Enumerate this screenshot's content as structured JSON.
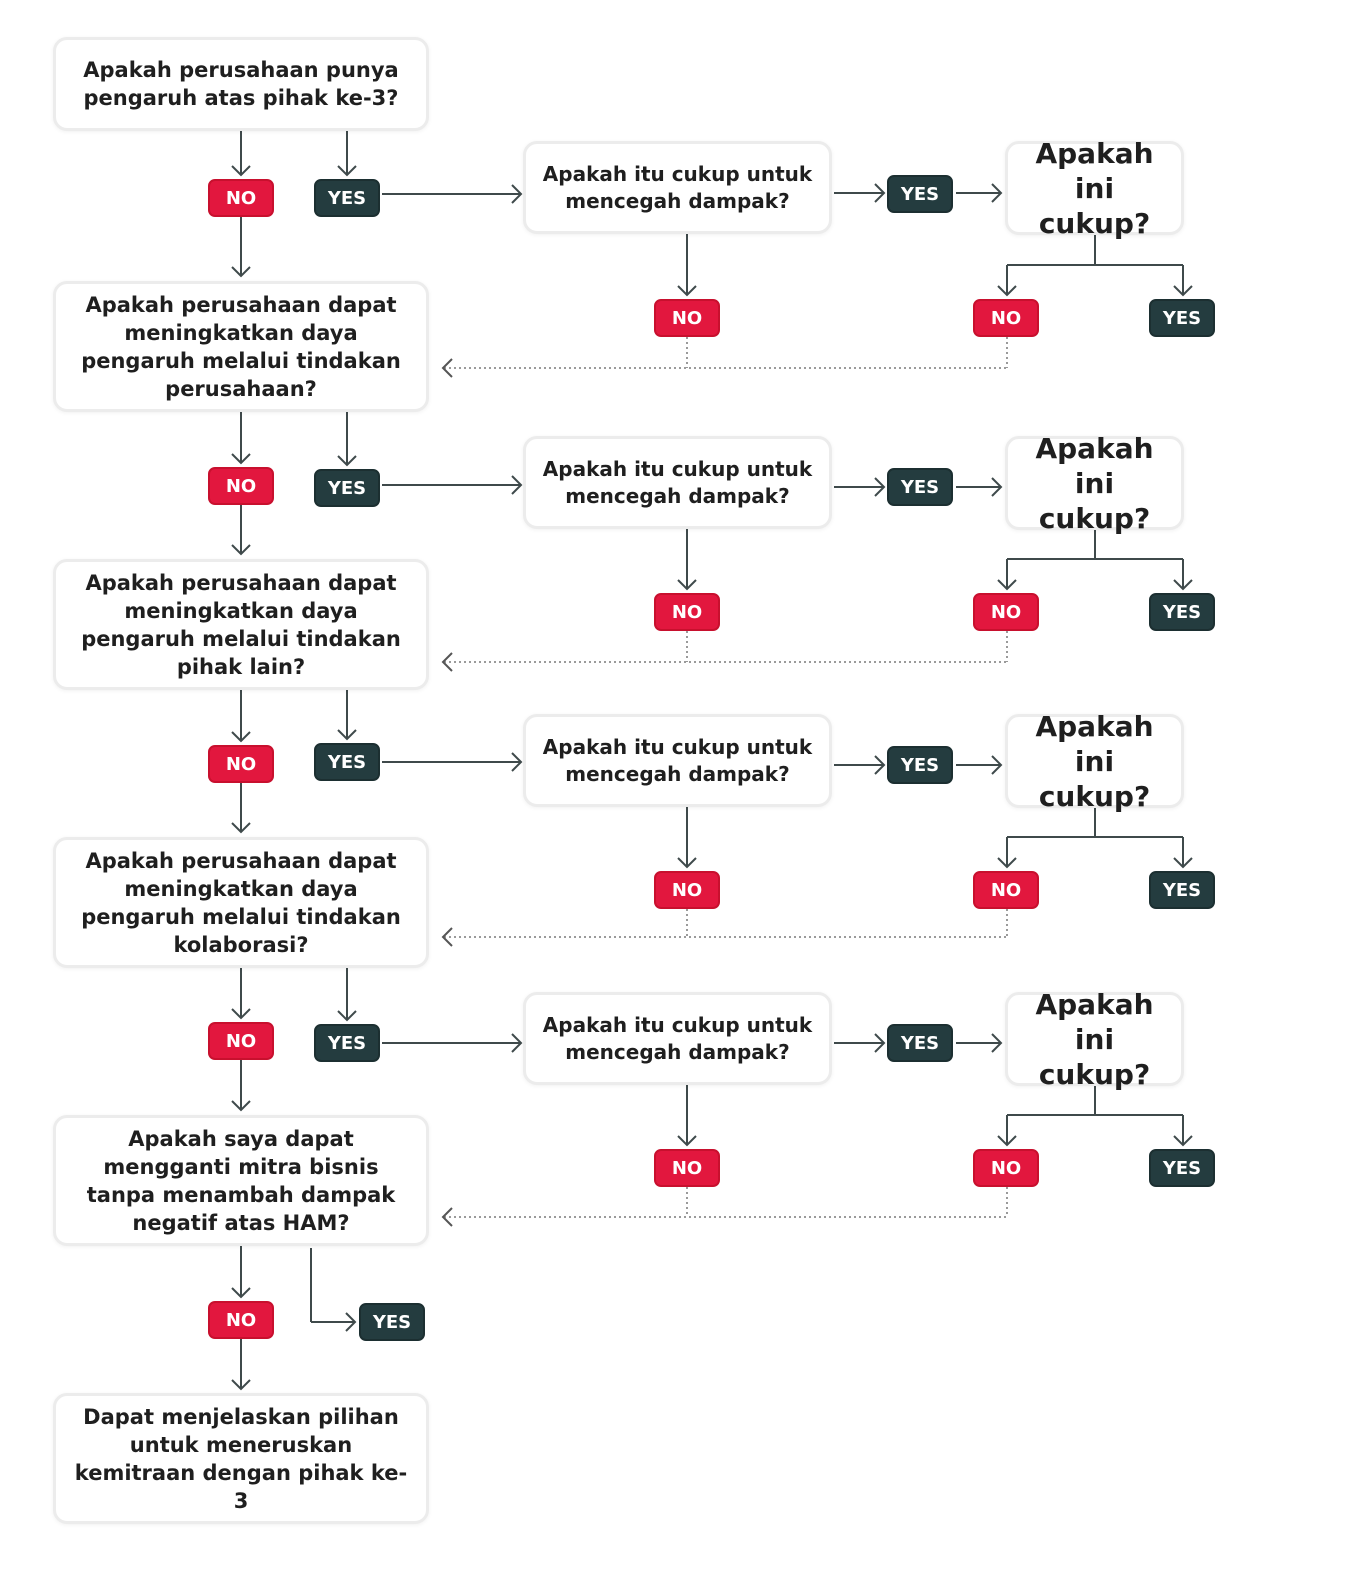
{
  "colors": {
    "no": "#e2173e",
    "yes": "#243c3f",
    "line": "#3f4a4b",
    "dotted": "#9a9a9a",
    "box_border": "#ececec"
  },
  "badges": {
    "no": "NO",
    "yes": "YES"
  },
  "steps": [
    {
      "question": "Apakah perusahaan punya pengaruh atas pihak ke-3?",
      "check": "Apakah itu cukup untuk mencegah dampak?",
      "enough": "Apakah ini cukup?"
    },
    {
      "question": "Apakah perusahaan dapat meningkatkan daya pengaruh melalui tindakan perusahaan?",
      "check": "Apakah itu cukup untuk mencegah dampak?",
      "enough": "Apakah ini cukup?"
    },
    {
      "question": "Apakah perusahaan dapat meningkatkan daya pengaruh melalui tindakan pihak lain?",
      "check": "Apakah itu cukup untuk mencegah dampak?",
      "enough": "Apakah ini cukup?"
    },
    {
      "question": "Apakah perusahaan dapat meningkatkan daya pengaruh melalui tindakan kolaborasi?",
      "check": "Apakah itu cukup untuk mencegah dampak?",
      "enough": "Apakah ini cukup?"
    }
  ],
  "replace_question": "Apakah saya dapat mengganti mitra bisnis tanpa menambah dampak negatif atas HAM?",
  "final_statement": "Dapat menjelaskan pilihan untuk meneruskan kemitraan dengan pihak ke-3"
}
